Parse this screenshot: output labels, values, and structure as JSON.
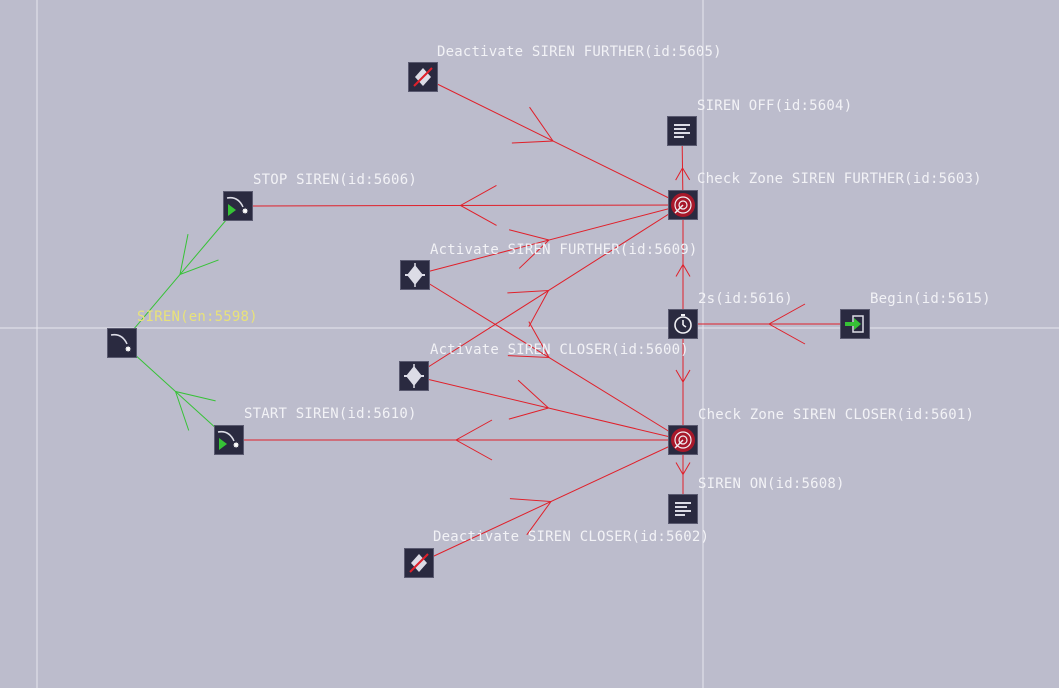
{
  "colors": {
    "background": "#bcbccc",
    "edge_red": "#e0202a",
    "edge_green": "#36c236",
    "guide_line": "#e6e6ee",
    "node_fill": "#2a2a40",
    "label_text": "#f2f2f6",
    "label_highlight": "#e8e27a"
  },
  "nodes": [
    {
      "key": "deactivate_further",
      "label": "Deactivate SIREN FURTHER(id:5605)",
      "icon": "spinning-top-icon"
    },
    {
      "key": "siren_off",
      "label": "SIREN OFF(id:5604)",
      "icon": "text-lines-icon"
    },
    {
      "key": "check_further",
      "label": "Check Zone SIREN FURTHER(id:5603)",
      "icon": "radar-icon"
    },
    {
      "key": "stop_siren",
      "label": "STOP SIREN(id:5606)",
      "icon": "spark-play-icon"
    },
    {
      "key": "activate_further",
      "label": "Activate SIREN FURTHER(id:5609)",
      "icon": "spinning-top-icon"
    },
    {
      "key": "timer_2s",
      "label": "2s(id:5616)",
      "icon": "timer-icon"
    },
    {
      "key": "begin",
      "label": "Begin(id:5615)",
      "icon": "enter-icon"
    },
    {
      "key": "siren_group",
      "label": "SIREN(en:5598)",
      "icon": "spark-icon"
    },
    {
      "key": "activate_closer",
      "label": "Activate SIREN CLOSER(id:5600)",
      "icon": "spinning-top-icon"
    },
    {
      "key": "start_siren",
      "label": "START SIREN(id:5610)",
      "icon": "spark-play-icon"
    },
    {
      "key": "check_closer",
      "label": "Check Zone SIREN CLOSER(id:5601)",
      "icon": "radar-icon"
    },
    {
      "key": "siren_on",
      "label": "SIREN ON(id:5608)",
      "icon": "text-lines-icon"
    },
    {
      "key": "deactivate_closer",
      "label": "Deactivate SIREN CLOSER(id:5602)",
      "icon": "spinning-top-icon"
    }
  ],
  "edges": [
    {
      "from": "begin",
      "to": "timer_2s",
      "color": "red"
    },
    {
      "from": "timer_2s",
      "to": "check_further",
      "color": "red"
    },
    {
      "from": "timer_2s",
      "to": "check_closer",
      "color": "red"
    },
    {
      "from": "check_further",
      "to": "siren_off",
      "color": "red"
    },
    {
      "from": "check_closer",
      "to": "siren_on",
      "color": "red"
    },
    {
      "from": "check_further",
      "to": "stop_siren",
      "color": "red"
    },
    {
      "from": "check_closer",
      "to": "start_siren",
      "color": "red"
    },
    {
      "from": "deactivate_further",
      "to": "check_further",
      "color": "red"
    },
    {
      "from": "activate_further",
      "to": "check_further",
      "color": "red"
    },
    {
      "from": "activate_further",
      "to": "check_closer",
      "color": "red"
    },
    {
      "from": "activate_closer",
      "to": "check_further",
      "color": "red"
    },
    {
      "from": "activate_closer",
      "to": "check_closer",
      "color": "red"
    },
    {
      "from": "deactivate_closer",
      "to": "check_closer",
      "color": "red"
    },
    {
      "from": "stop_siren",
      "to": "siren_group",
      "color": "green"
    },
    {
      "from": "start_siren",
      "to": "siren_group",
      "color": "green"
    }
  ]
}
